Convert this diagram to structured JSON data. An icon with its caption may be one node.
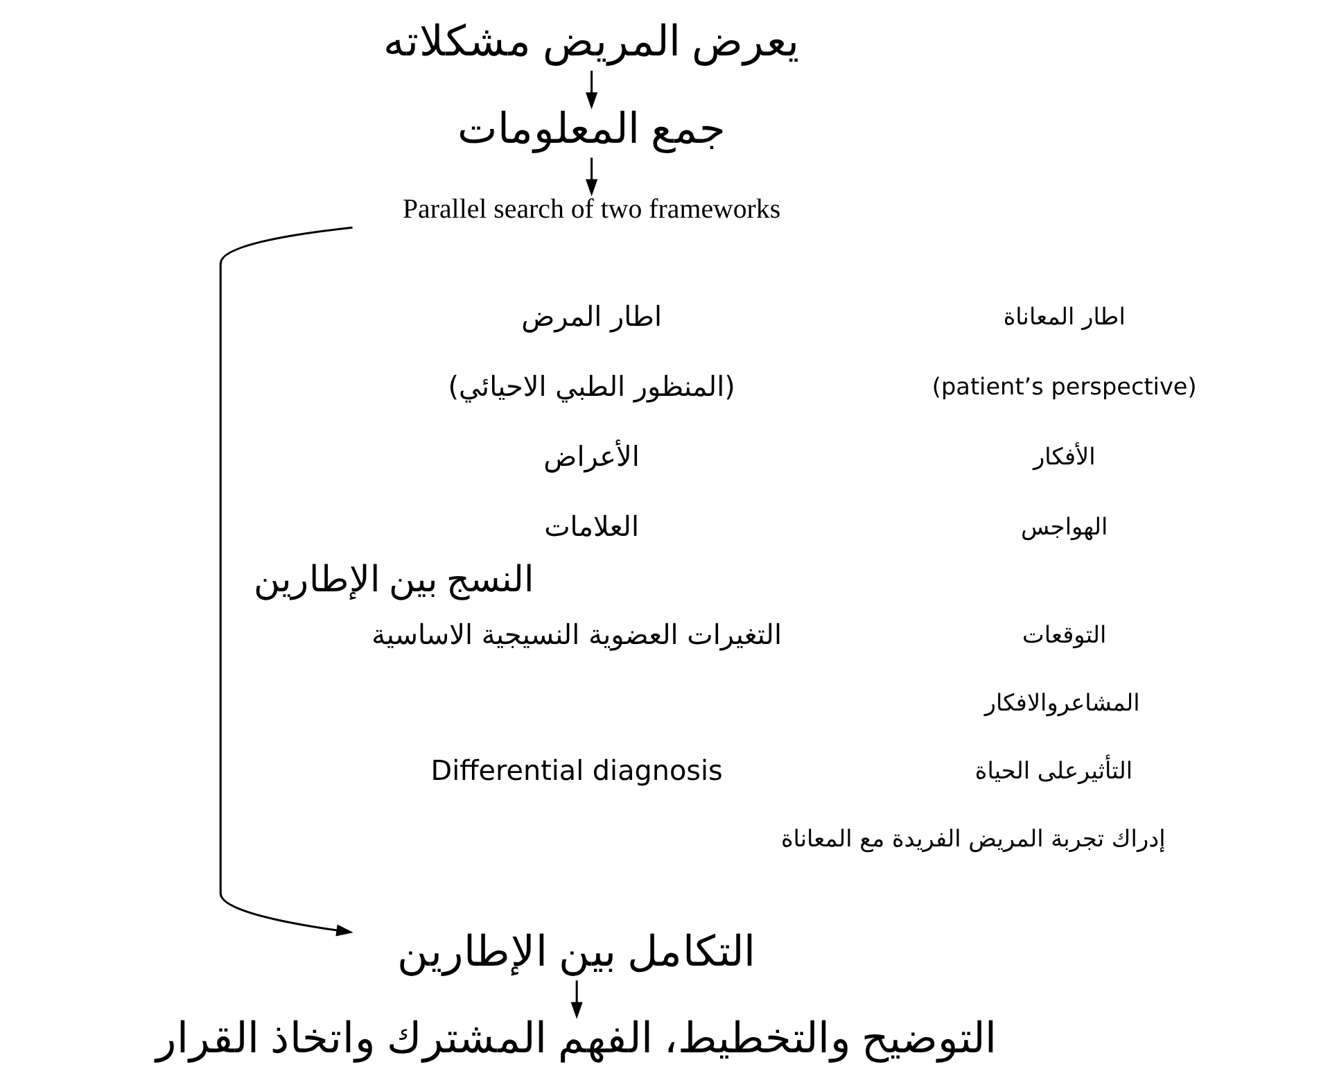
{
  "diagram": {
    "nodes": [
      {
        "text": [
          "يعرض المريض مشكلاته"
        ]
      },
      {
        "text": [
          "جمع المعلومات"
        ]
      },
      {
        "text": [
          "Parallel search of two frameworks"
        ]
      },
      {
        "text": [
          "التكامل بين الإطارين"
        ]
      },
      {
        "text": [
          "التوضيح والتخطيط، الفهم المشترك واتخاذ القرار"
        ]
      }
    ],
    "edges": [
      {
        "from": 0,
        "to": 1,
        "arrow": "to"
      },
      {
        "from": 1,
        "to": 2,
        "arrow": "to"
      },
      {
        "from": 2,
        "to": 3,
        "arrow": "to",
        "label": "النسج بين الإطارين"
      },
      {
        "from": 3,
        "to": 4,
        "arrow": "to"
      }
    ],
    "labels": [
      "اطار المرض",
      "(المنظور الطبي الاحيائي)",
      "الأعراض",
      "العلامات",
      "التغيرات العضوية النسيجية الاساسية",
      "Differential diagnosis",
      "اطار المعاناة",
      "(patient’s perspective)",
      "الأفكار",
      "الهواجس",
      "التوقعات",
      "المشاعروالافكار",
      "التأثيرعلى الحياة",
      "إدراك تجربة المريض الفريدة مع المعاناة"
    ]
  }
}
